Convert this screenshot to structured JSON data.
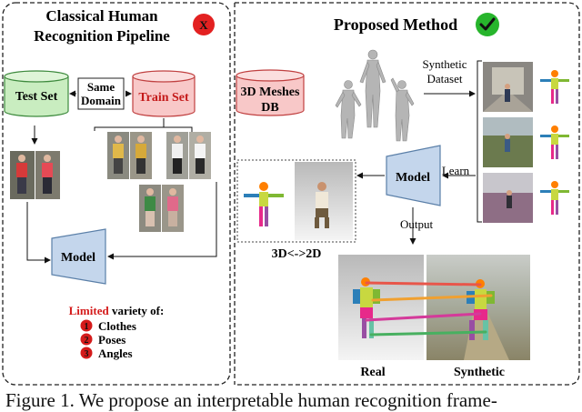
{
  "left_panel": {
    "title_line1": "Classical Human",
    "title_line2": "Recognition Pipeline",
    "reject_mark": "X",
    "test_set": "Test Set",
    "train_set": "Train Set",
    "same_line1": "Same",
    "same_line2": "Domain",
    "model": "Model",
    "limited_word": "Limited",
    "variety_text": " variety of:",
    "items": [
      {
        "num": "1",
        "text": "Clothes"
      },
      {
        "num": "2",
        "text": "Poses"
      },
      {
        "num": "3",
        "text": "Angles"
      }
    ]
  },
  "right_panel": {
    "title": "Proposed Method",
    "meshes_line1": "3D Meshes",
    "meshes_line2": "DB",
    "synthetic_line1": "Synthetic",
    "synthetic_line2": "Dataset",
    "learn": "Learn",
    "model": "Model",
    "output": "Output",
    "mapping": "3D<->2D",
    "real": "Real",
    "synthetic": "Synthetic"
  },
  "caption": "Figure 1. We propose an interpretable human recognition frame-",
  "colors": {
    "green_db": "#c9edc0",
    "pink_db": "#f8c8c8",
    "model_blue": "#c4d6ec",
    "red_text": "#d41b1b",
    "check_green": "#27b52c"
  }
}
